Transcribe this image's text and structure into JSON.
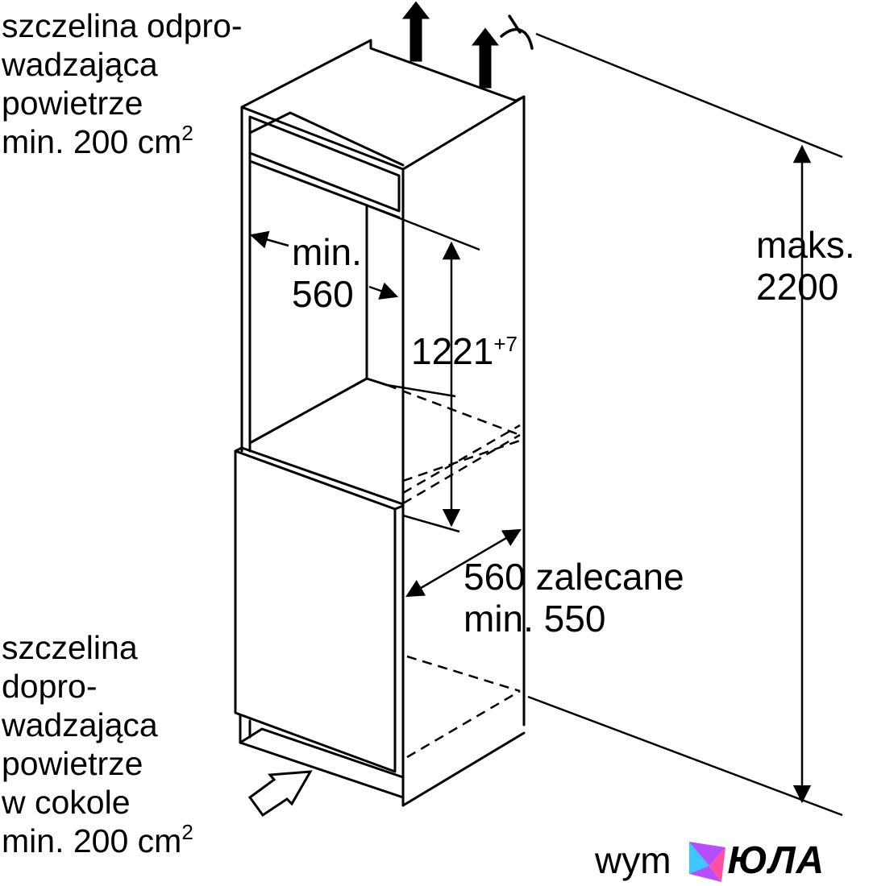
{
  "labels": {
    "top_vent": [
      "szczelina odpro-",
      "wadzająca",
      "powietrze",
      "min. 200 cm"
    ],
    "top_vent_sup": "2",
    "bottom_vent": [
      "szczelina",
      "dopro-",
      "wadzająca",
      "powietrze",
      "w cokole",
      "min. 200 cm"
    ],
    "bottom_vent_sup": "2",
    "width_min": [
      "min.",
      "560"
    ],
    "niche_height": "1221",
    "niche_height_sup": "+7",
    "depth": [
      "560 zalecane",
      "min. 550"
    ],
    "max_height": [
      "maks.",
      "2200"
    ]
  },
  "watermark": {
    "text": "wym",
    "brand": "ЮЛА"
  },
  "colors": {
    "line": "#000000",
    "background": "#ffffff",
    "logo_a": "#3fc6ff",
    "logo_b": "#b84dff",
    "logo_c": "#ff4fa0"
  }
}
